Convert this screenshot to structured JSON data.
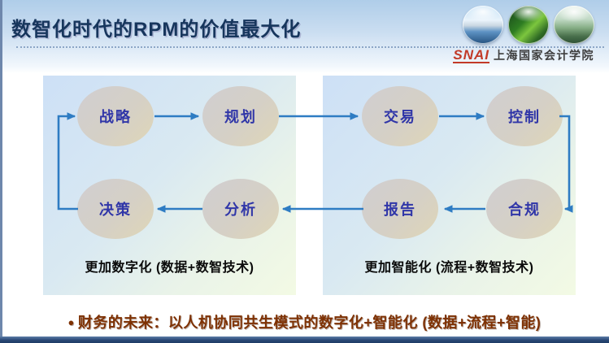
{
  "header": {
    "title": "数智化时代的RPM的价值最大化",
    "brand": "SNAI",
    "org": "上海国家会计学院"
  },
  "diagram": {
    "left_panel": {
      "caption": "更加数字化 (数据+数智技术)",
      "nodes": [
        {
          "label": "战略"
        },
        {
          "label": "规划"
        },
        {
          "label": "决策"
        },
        {
          "label": "分析"
        }
      ]
    },
    "right_panel": {
      "caption": "更加智能化 (流程+数智技术)",
      "nodes": [
        {
          "label": "交易"
        },
        {
          "label": "控制"
        },
        {
          "label": "报告"
        },
        {
          "label": "合规"
        }
      ]
    },
    "edges": [
      {
        "from": "战略",
        "to": "规划"
      },
      {
        "from": "规划",
        "to": "交易"
      },
      {
        "from": "交易",
        "to": "控制"
      },
      {
        "from": "控制",
        "to": "合规"
      },
      {
        "from": "合规",
        "to": "报告"
      },
      {
        "from": "报告",
        "to": "分析"
      },
      {
        "from": "分析",
        "to": "决策"
      },
      {
        "from": "决策",
        "to": "战略"
      }
    ]
  },
  "footer": {
    "bullet": "●",
    "text": "财务的未来：以人机协同共生模式的数字化+智能化 (数据+流程+智能)"
  },
  "colors": {
    "title": "#17365D",
    "arrow": "#2E7CC3",
    "node_text": "#3036A8",
    "footer_text": "#7E3103",
    "brand_red": "#C23A28"
  }
}
